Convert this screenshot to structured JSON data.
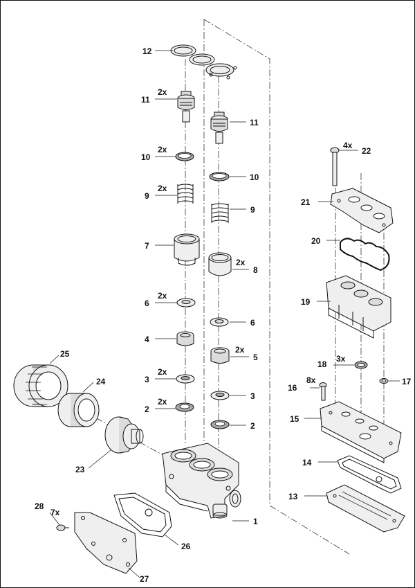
{
  "callouts": [
    {
      "id": "c12",
      "num": "12",
      "qty": ""
    },
    {
      "id": "c11a",
      "num": "11",
      "qty": "2x"
    },
    {
      "id": "c11b",
      "num": "11",
      "qty": ""
    },
    {
      "id": "c10a",
      "num": "10",
      "qty": "2x"
    },
    {
      "id": "c10b",
      "num": "10",
      "qty": ""
    },
    {
      "id": "c9a",
      "num": "9",
      "qty": "2x"
    },
    {
      "id": "c9b",
      "num": "9",
      "qty": ""
    },
    {
      "id": "c7",
      "num": "7",
      "qty": ""
    },
    {
      "id": "c8",
      "num": "8",
      "qty": "2x"
    },
    {
      "id": "c6a",
      "num": "6",
      "qty": "2x"
    },
    {
      "id": "c6b",
      "num": "6",
      "qty": ""
    },
    {
      "id": "c4",
      "num": "4",
      "qty": ""
    },
    {
      "id": "c5",
      "num": "5",
      "qty": "2x"
    },
    {
      "id": "c3a",
      "num": "3",
      "qty": "2x"
    },
    {
      "id": "c3b",
      "num": "3",
      "qty": ""
    },
    {
      "id": "c2a",
      "num": "2",
      "qty": "2x"
    },
    {
      "id": "c2b",
      "num": "2",
      "qty": ""
    },
    {
      "id": "c1",
      "num": "1",
      "qty": ""
    },
    {
      "id": "c25",
      "num": "25",
      "qty": ""
    },
    {
      "id": "c24",
      "num": "24",
      "qty": ""
    },
    {
      "id": "c23",
      "num": "23",
      "qty": ""
    },
    {
      "id": "c26",
      "num": "26",
      "qty": ""
    },
    {
      "id": "c27",
      "num": "27",
      "qty": ""
    },
    {
      "id": "c28",
      "num": "28",
      "qty": "7x"
    },
    {
      "id": "c22",
      "num": "22",
      "qty": "4x"
    },
    {
      "id": "c21",
      "num": "21",
      "qty": ""
    },
    {
      "id": "c20",
      "num": "20",
      "qty": ""
    },
    {
      "id": "c19",
      "num": "19",
      "qty": ""
    },
    {
      "id": "c18",
      "num": "18",
      "qty": "3x"
    },
    {
      "id": "c17",
      "num": "17",
      "qty": ""
    },
    {
      "id": "c16",
      "num": "16",
      "qty": "8x"
    },
    {
      "id": "c15",
      "num": "15",
      "qty": ""
    },
    {
      "id": "c14",
      "num": "14",
      "qty": ""
    },
    {
      "id": "c13",
      "num": "13",
      "qty": ""
    }
  ]
}
